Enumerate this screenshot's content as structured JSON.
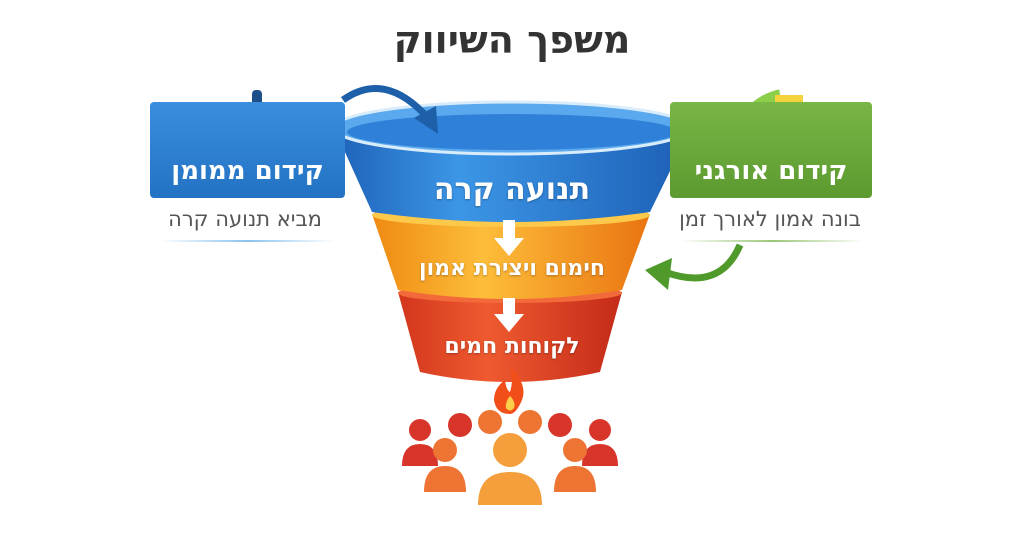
{
  "title": "משפך השיווק",
  "left_card": {
    "label": "קידום ממומן",
    "subtitle": "מביא תנועה קרה",
    "icon": "megaphone-icon",
    "color": "#2a7fd0"
  },
  "right_card": {
    "label": "קידום אורגני",
    "subtitle": "בונה אמון לאורך זמן",
    "icon": "leaf-content-icon",
    "color": "#6aa83a"
  },
  "funnel": {
    "stages": [
      {
        "label": "תנועה קרה",
        "color": "#2f80d8"
      },
      {
        "label": "חימום ויצירת אמון",
        "color": "#f29a1e"
      },
      {
        "label": "לקוחות חמים",
        "color": "#de3f23"
      }
    ]
  },
  "bottom": {
    "icons": [
      "fire-icon",
      "people-group-icon"
    ]
  }
}
